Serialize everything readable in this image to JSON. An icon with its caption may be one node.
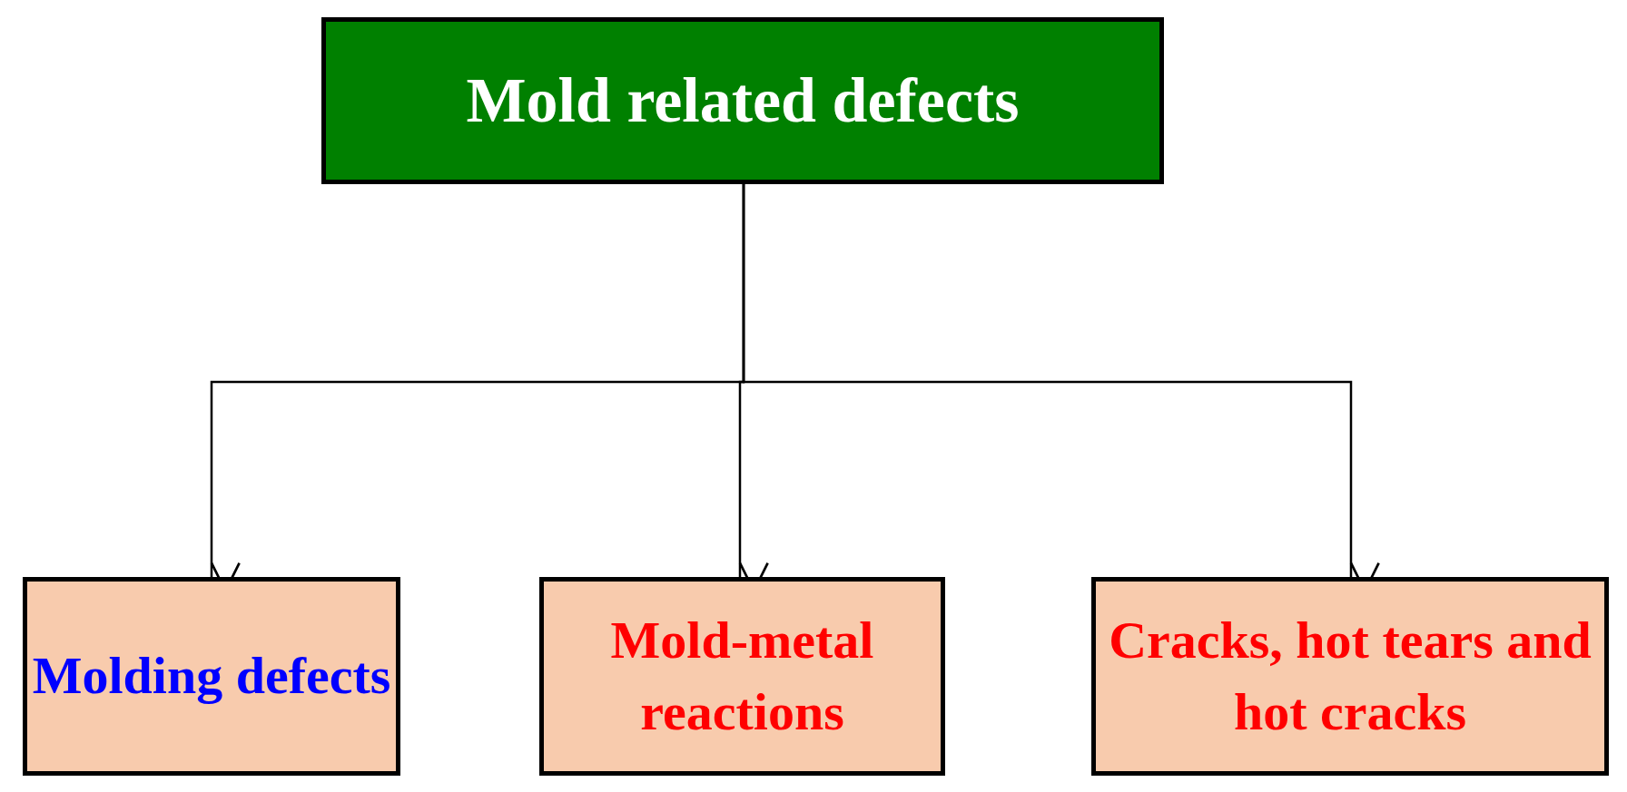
{
  "diagram": {
    "nodes": [
      {
        "text": [
          "Mold related defects"
        ]
      },
      {
        "text": [
          "Molding defects"
        ]
      },
      {
        "text": [
          "Mold-metal reactions"
        ]
      },
      {
        "text": [
          "Cracks, hot tears and hot cracks"
        ]
      }
    ],
    "edges": [
      {
        "from": 0,
        "to": 1,
        "arrow": "to"
      },
      {
        "from": 0,
        "to": 2,
        "arrow": "to"
      },
      {
        "from": 0,
        "to": 3,
        "arrow": "to"
      }
    ]
  }
}
